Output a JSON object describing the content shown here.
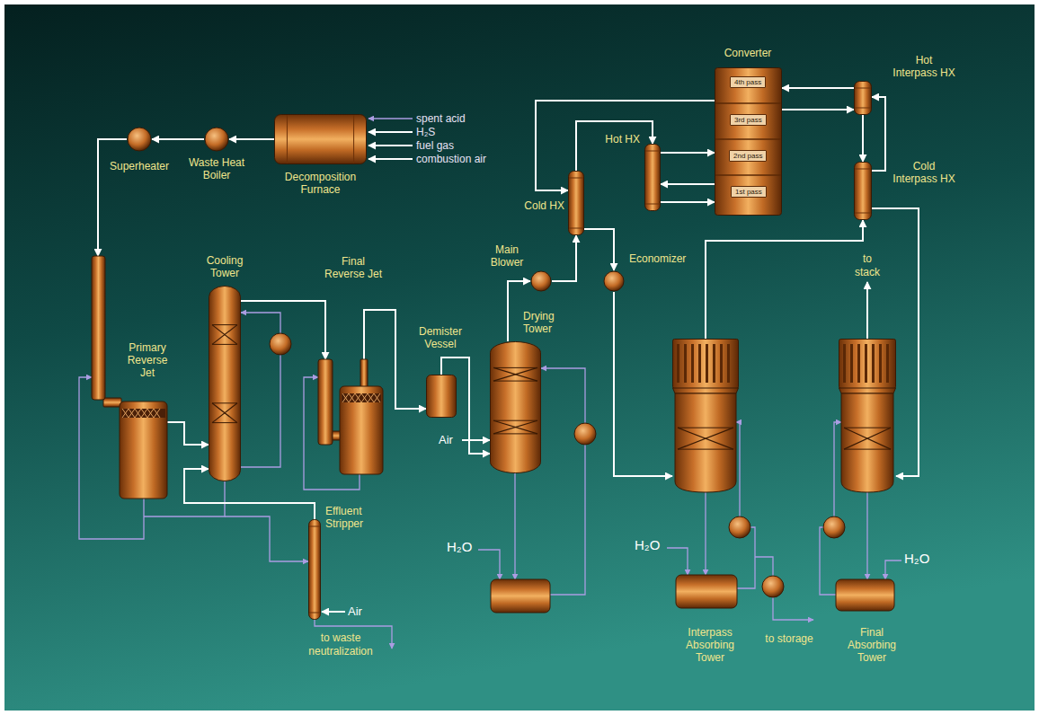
{
  "diagram": {
    "nodes": [
      {
        "text": [
          "Decomposition Furnace"
        ]
      },
      {
        "text": [
          "Waste Heat Boiler"
        ]
      },
      {
        "text": [
          "Superheater"
        ]
      },
      {
        "text": [
          "Primary Reverse Jet"
        ]
      },
      {
        "text": [
          "Cooling Tower"
        ]
      },
      {
        "text": [
          "Final Reverse Jet"
        ]
      },
      {
        "text": [
          "Demister Vessel"
        ]
      },
      {
        "text": [
          "Drying Tower"
        ]
      },
      {
        "text": [
          "Main Blower"
        ]
      },
      {
        "text": [
          "Economizer"
        ]
      },
      {
        "text": [
          "Cold HX"
        ]
      },
      {
        "text": [
          "Hot HX"
        ]
      },
      {
        "text": [
          "Converter"
        ]
      },
      {
        "text": [
          "4th pass"
        ],
        "in": 12
      },
      {
        "text": [
          "3rd pass"
        ],
        "in": 12
      },
      {
        "text": [
          "2nd pass"
        ],
        "in": 12
      },
      {
        "text": [
          "1st pass"
        ],
        "in": 12
      },
      {
        "text": [
          "Hot Interpass HX"
        ]
      },
      {
        "text": [
          "Cold Interpass HX"
        ]
      },
      {
        "text": [
          "Interpass Absorbing Tower"
        ]
      },
      {
        "text": [
          "Final Absorbing Tower"
        ]
      },
      {
        "text": [
          "Effluent Stripper"
        ]
      }
    ],
    "edges": [
      {
        "from": 0,
        "to": 1,
        "arrow": "to"
      },
      {
        "from": 1,
        "to": 2,
        "arrow": "to"
      },
      {
        "from": 2,
        "to": 3,
        "arrow": "to"
      },
      {
        "from": 3,
        "to": 4,
        "arrow": "to"
      },
      {
        "from": 4,
        "to": 5,
        "arrow": "to"
      },
      {
        "from": 5,
        "to": 6,
        "arrow": "to"
      },
      {
        "from": 6,
        "to": 7,
        "arrow": "to"
      },
      {
        "from": 7,
        "to": 8,
        "arrow": "to"
      },
      {
        "from": 8,
        "to": 10,
        "arrow": "to"
      },
      {
        "from": 10,
        "to": 11,
        "arrow": "to"
      },
      {
        "from": 11,
        "to": 12,
        "arrow": "to"
      },
      {
        "from": 12,
        "to": 11,
        "arrow": "to"
      },
      {
        "from": 11,
        "to": 12,
        "arrow": "to"
      },
      {
        "from": 12,
        "to": 10,
        "arrow": "to"
      },
      {
        "from": 10,
        "to": 9,
        "arrow": "to"
      },
      {
        "from": 9,
        "to": 19,
        "arrow": "to"
      },
      {
        "from": 19,
        "to": 18,
        "arrow": "to"
      },
      {
        "from": 12,
        "to": 17,
        "arrow": "to"
      },
      {
        "from": 17,
        "to": 18,
        "arrow": "to"
      },
      {
        "from": 18,
        "to": 17,
        "arrow": "to"
      },
      {
        "from": 17,
        "to": 12,
        "arrow": "to"
      },
      {
        "from": 18,
        "to": 20,
        "arrow": "to"
      },
      {
        "from": 21,
        "to": 4,
        "arrow": "to"
      }
    ],
    "labels": [
      "spent acid",
      "H₂S",
      "fuel gas",
      "combustion air",
      "to stack",
      "Air",
      "H₂O",
      "H₂O",
      "H₂O",
      "Air",
      "to waste neutralization",
      "to storage"
    ]
  }
}
